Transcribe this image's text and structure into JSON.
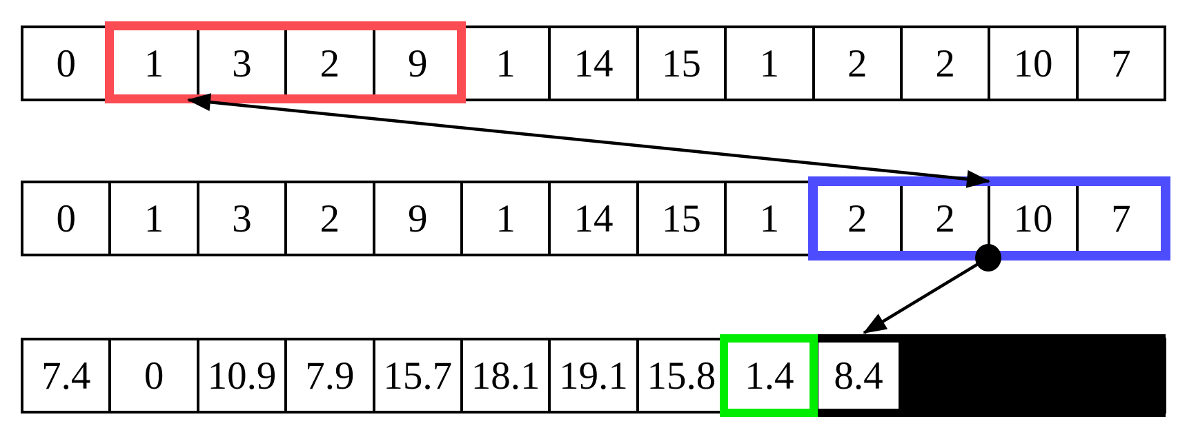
{
  "arrays": {
    "top": {
      "slots": 13,
      "cells": [
        "0",
        "1",
        "3",
        "2",
        "9",
        "1",
        "14",
        "15",
        "1",
        "2",
        "2",
        "10",
        "7"
      ]
    },
    "middle": {
      "slots": 13,
      "cells": [
        "0",
        "1",
        "3",
        "2",
        "9",
        "1",
        "14",
        "15",
        "1",
        "2",
        "2",
        "10",
        "7"
      ]
    },
    "bottom": {
      "slots": 13,
      "cells": [
        "7.4",
        "0",
        "10.9",
        "7.9",
        "15.7",
        "18.1",
        "19.1",
        "15.8",
        "1.4"
      ],
      "framed_cell_value": "8.4"
    }
  },
  "highlights": {
    "red_box": {
      "color": "#fb4b53",
      "row": "top",
      "start_index": 1,
      "end_index": 4,
      "values": [
        "1",
        "3",
        "2",
        "9"
      ]
    },
    "blue_box": {
      "color": "#4d4dfe",
      "row": "middle",
      "start_index": 9,
      "end_index": 12,
      "values": [
        "2",
        "2",
        "10",
        "7"
      ]
    },
    "green_box": {
      "color": "#00ec00",
      "row": "bottom",
      "start_index": 8,
      "end_index": 8,
      "values": [
        "1.4"
      ]
    },
    "black_fill": {
      "color": "#000000",
      "row": "bottom",
      "start_index": 9,
      "end_index": 12
    }
  },
  "connectors": {
    "slice_link_arrow": {
      "color": "#000000",
      "style": "double-headed",
      "from": "red-box-bottom",
      "to": "blue-box-top"
    },
    "pointer_dot": {
      "color": "#000000"
    },
    "dot_to_frame_arrow": {
      "color": "#000000",
      "style": "single-headed",
      "from": "blue-box-bottom-dot",
      "to": "black-frame-top"
    }
  }
}
